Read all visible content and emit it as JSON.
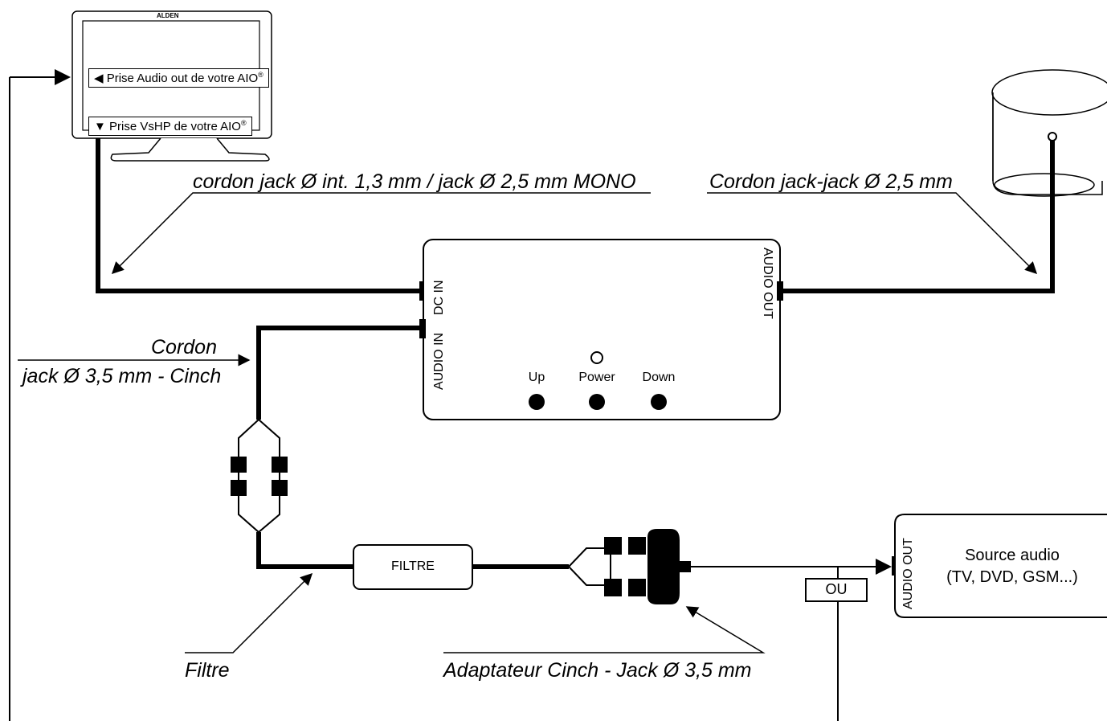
{
  "monitor": {
    "brand": "ALDEN",
    "audio_out_label": "◀ Prise Audio out de votre AIO",
    "vshp_label": "▼ Prise VsHP de votre AIO",
    "reg": "®"
  },
  "cables": {
    "jack_mono": "cordon jack Ø int. 1,3 mm / jack Ø 2,5 mm MONO",
    "jack_jack": "Cordon jack-jack Ø 2,5 mm",
    "cinch_line1": "Cordon",
    "cinch_line2": "jack Ø 3,5 mm - Cinch",
    "filtre": "Filtre",
    "adaptateur": "Adaptateur Cinch - Jack  Ø 3,5 mm"
  },
  "amplifier": {
    "dc_in": "DC IN",
    "audio_in": "AUDIO IN",
    "audio_out": "AUDIO OUT",
    "buttons": [
      {
        "label": "Up"
      },
      {
        "label": "Power"
      },
      {
        "label": "Down"
      }
    ]
  },
  "filter_box": {
    "label": "FILTRE"
  },
  "ou_box": {
    "label": "OU"
  },
  "source": {
    "audio_out": "AUDIO OUT",
    "line1": "Source audio",
    "line2": "(TV, DVD, GSM...)"
  }
}
